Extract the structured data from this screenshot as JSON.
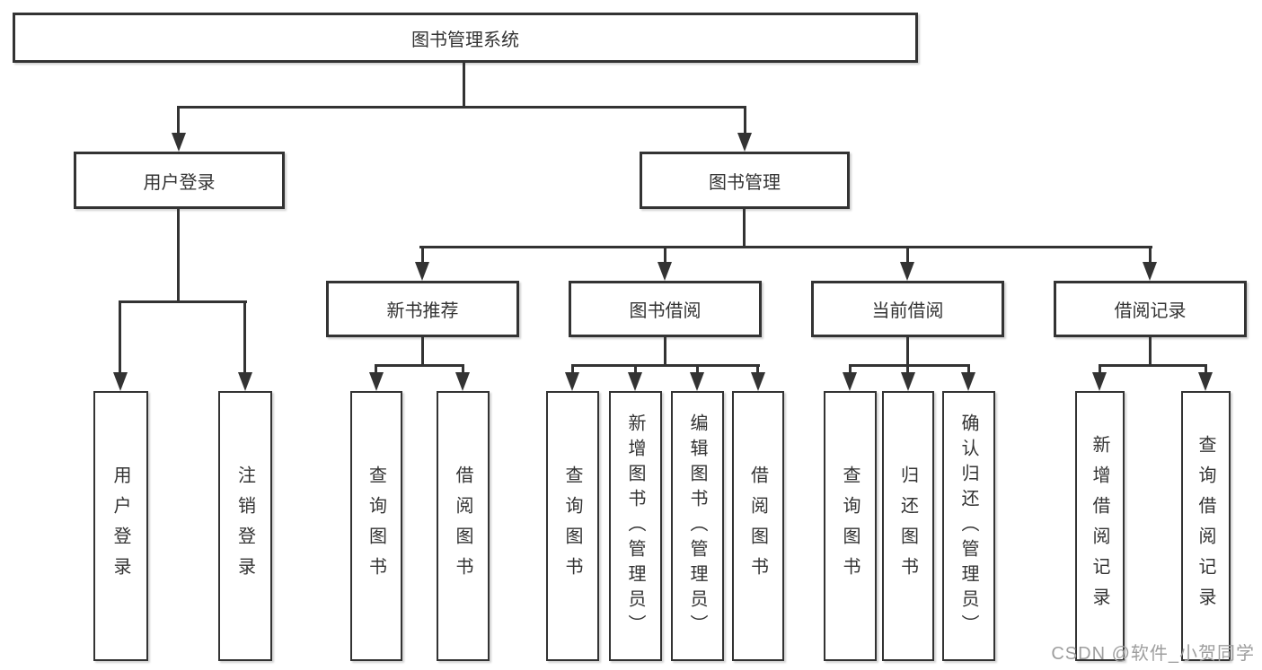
{
  "diagram": {
    "root": {
      "label": "图书管理系统"
    },
    "level2": [
      {
        "label": "用户登录"
      },
      {
        "label": "图书管理"
      }
    ],
    "level3": [
      {
        "label": "新书推荐"
      },
      {
        "label": "图书借阅"
      },
      {
        "label": "当前借阅"
      },
      {
        "label": "借阅记录"
      }
    ],
    "leaves": {
      "user_login": [
        "用户登录",
        "注销登录"
      ],
      "new_books": [
        "查询图书",
        "借阅图书"
      ],
      "book_borrow": [
        "查询图书",
        "新增图书（管理员）",
        "编辑图书（管理员）",
        "借阅图书"
      ],
      "current_borrow": [
        "查询图书",
        "归还图书",
        "确认归还（管理员）"
      ],
      "borrow_records": [
        "新增借阅记录",
        "查询借阅记录"
      ]
    },
    "watermark": "CSDN @软件_小贺同学",
    "colors": {
      "line": "#333333",
      "text": "#333333",
      "watermark": "#9e9e9e"
    }
  }
}
